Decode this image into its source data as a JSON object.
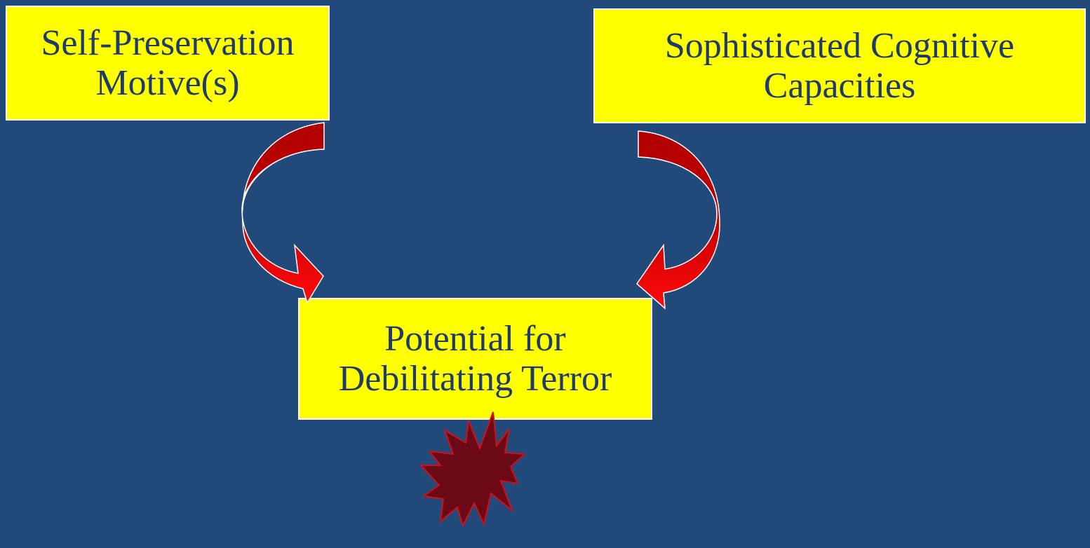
{
  "diagram": {
    "nodes": [
      {
        "id": "self_preservation",
        "lines": [
          "Self-Preservation",
          "Motive(s)"
        ]
      },
      {
        "id": "cognitive_capacities",
        "lines": [
          "Sophisticated Cognitive",
          "Capacities"
        ]
      },
      {
        "id": "terror",
        "lines": [
          "Potential for",
          "Debilitating Terror"
        ]
      }
    ],
    "edges": [
      {
        "from": "self_preservation",
        "to": "terror"
      },
      {
        "from": "cognitive_capacities",
        "to": "terror"
      }
    ],
    "colors": {
      "background": "#214a7a",
      "box_fill": "#ffff00",
      "box_text": "#1f3a6d",
      "arrow_dark": "#b00000",
      "arrow_light": "#ff0000",
      "burst_fill": "#6b0a14",
      "burst_stroke": "#d0101a"
    },
    "icons": {
      "burst": "explosion-burst-icon",
      "arrow": "curved-arrow-icon"
    }
  }
}
